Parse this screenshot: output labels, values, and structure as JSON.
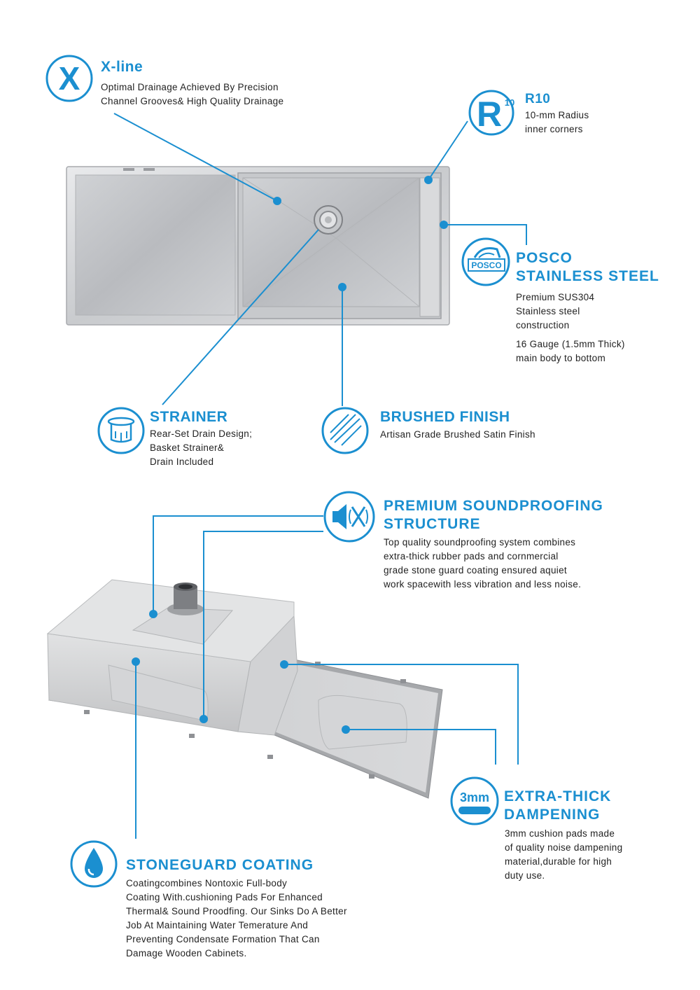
{
  "accent_color": "#1b8fd0",
  "features": {
    "xline": {
      "icon": "x-icon",
      "icon_text": "X",
      "title": "X-line",
      "lines": [
        "Optimal Drainage Achieved By Precision",
        "Channel Grooves& High Quality Drainage"
      ]
    },
    "r10": {
      "icon": "r10-icon",
      "icon_text": "R",
      "icon_superscript": "10",
      "title": "R10",
      "lines": [
        "10-mm Radius",
        "inner corners"
      ]
    },
    "posco": {
      "icon": "posco-logo-icon",
      "logo_text": "POSCO",
      "title_lines": [
        "POSCO",
        "STAINLESS STEEL"
      ],
      "lines": [
        "Premium SUS304",
        "Stainless steel",
        "construction"
      ],
      "lines2": [
        "16 Gauge (1.5mm Thick)",
        "main body to bottom"
      ]
    },
    "strainer": {
      "icon": "strainer-icon",
      "title": "STRAINER",
      "lines": [
        "Rear-Set Drain Design;",
        "Basket Strainer&",
        "Drain Included"
      ]
    },
    "brushed": {
      "icon": "brushed-finish-icon",
      "title": "BRUSHED FINISH",
      "lines": [
        "Artisan Grade Brushed Satin Finish"
      ]
    },
    "soundproofing": {
      "icon": "speaker-mute-icon",
      "title_lines": [
        "PREMIUM SOUNDPROOFING",
        "STRUCTURE"
      ],
      "lines": [
        "Top quality soundproofing system combines",
        "extra-thick rubber pads and cornmercial",
        "grade stone guard coating ensured aquiet",
        "work spacewith less vibration and less noise."
      ]
    },
    "dampening": {
      "icon": "pad-3mm-icon",
      "icon_text": "3mm",
      "title_lines": [
        "EXTRA-THICK",
        "DAMPENING"
      ],
      "lines": [
        "3mm cushion pads made",
        "of quality noise dampening",
        "material,durable for high",
        "duty use."
      ]
    },
    "stoneguard": {
      "icon": "water-drop-icon",
      "title": "STONEGUARD COATING",
      "lines": [
        "Coatingcombines Nontoxic Full-body",
        "Coating With.cushioning Pads For Enhanced",
        "Thermal& Sound Proodfing. Our Sinks Do A Better",
        "Job At Maintaining Water Temerature And",
        "Preventing Condensate Formation That Can",
        "Damage Wooden Cabinets."
      ]
    }
  }
}
